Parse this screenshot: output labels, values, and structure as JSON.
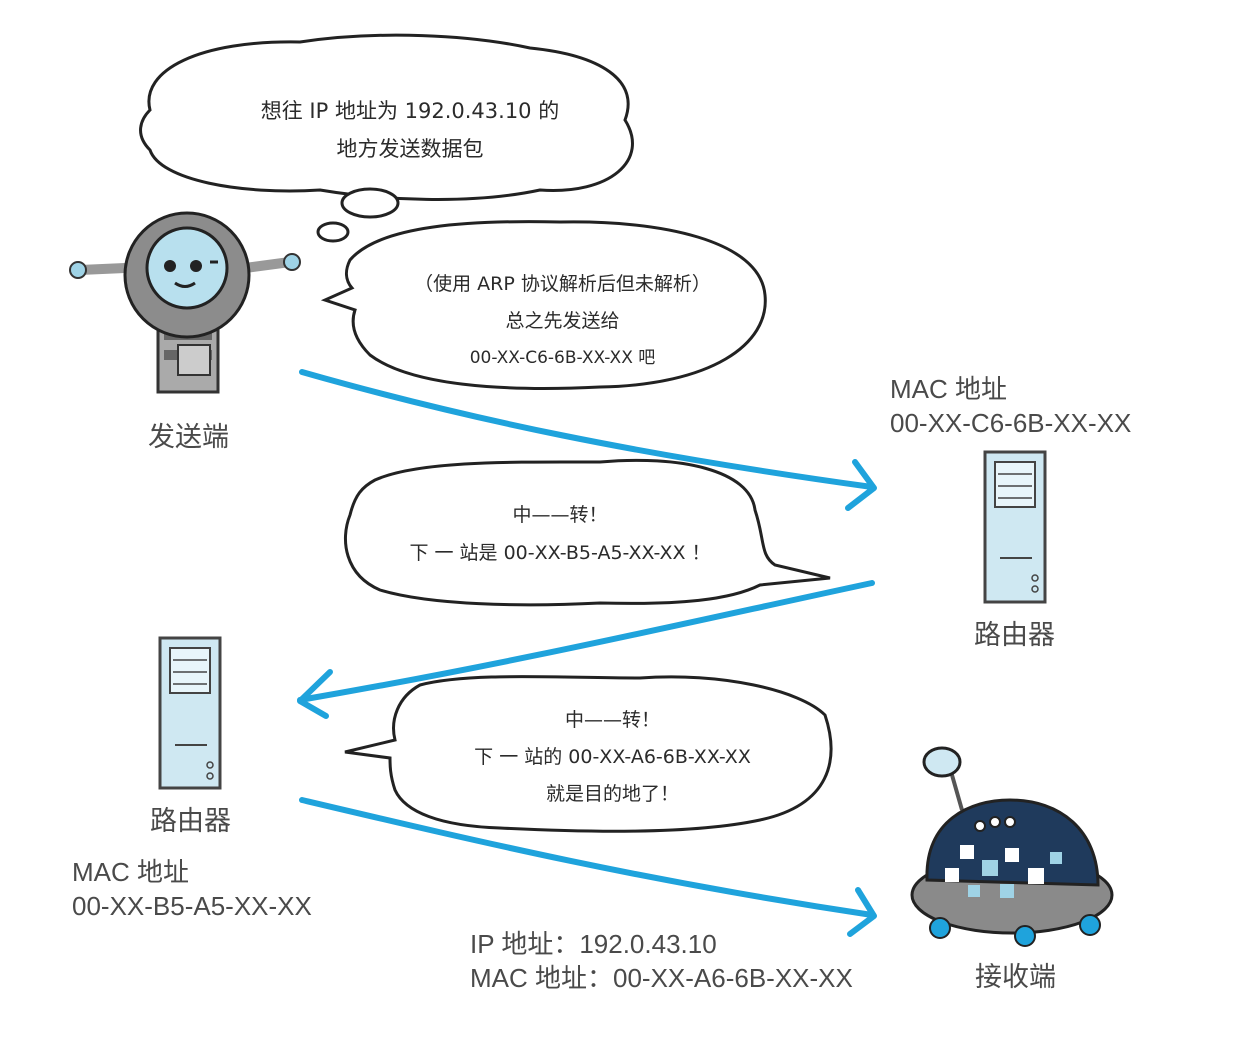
{
  "sender": {
    "label": "发送端",
    "thought": [
      "想往 IP 地址为 192.0.43.10 的",
      "地方发送数据包"
    ],
    "speech": [
      "（使用 ARP 协议解析后但未解析）",
      "总之先发送给",
      "00-XX-C6-6B-XX-XX 吧"
    ]
  },
  "router1": {
    "label": "路由器",
    "mac_title": "MAC 地址",
    "mac": "00-XX-C6-6B-XX-XX",
    "speech": [
      "中——转！",
      "下 一 站是 00-XX-B5-A5-XX-XX ！"
    ]
  },
  "router2": {
    "label": "路由器",
    "mac_title": "MAC 地址",
    "mac": "00-XX-B5-A5-XX-XX",
    "speech": [
      "中——转！",
      "下 一 站的 00-XX-A6-6B-XX-XX",
      "就是目的地了！"
    ]
  },
  "receiver": {
    "label": "接收端",
    "ip_line": "IP 地址：192.0.43.10",
    "mac_line": "MAC 地址：00-XX-A6-6B-XX-XX"
  },
  "colors": {
    "arrow": "#1fa3dc",
    "server_fill": "#cfe8f2",
    "robot_gray": "#8c8c8c"
  }
}
